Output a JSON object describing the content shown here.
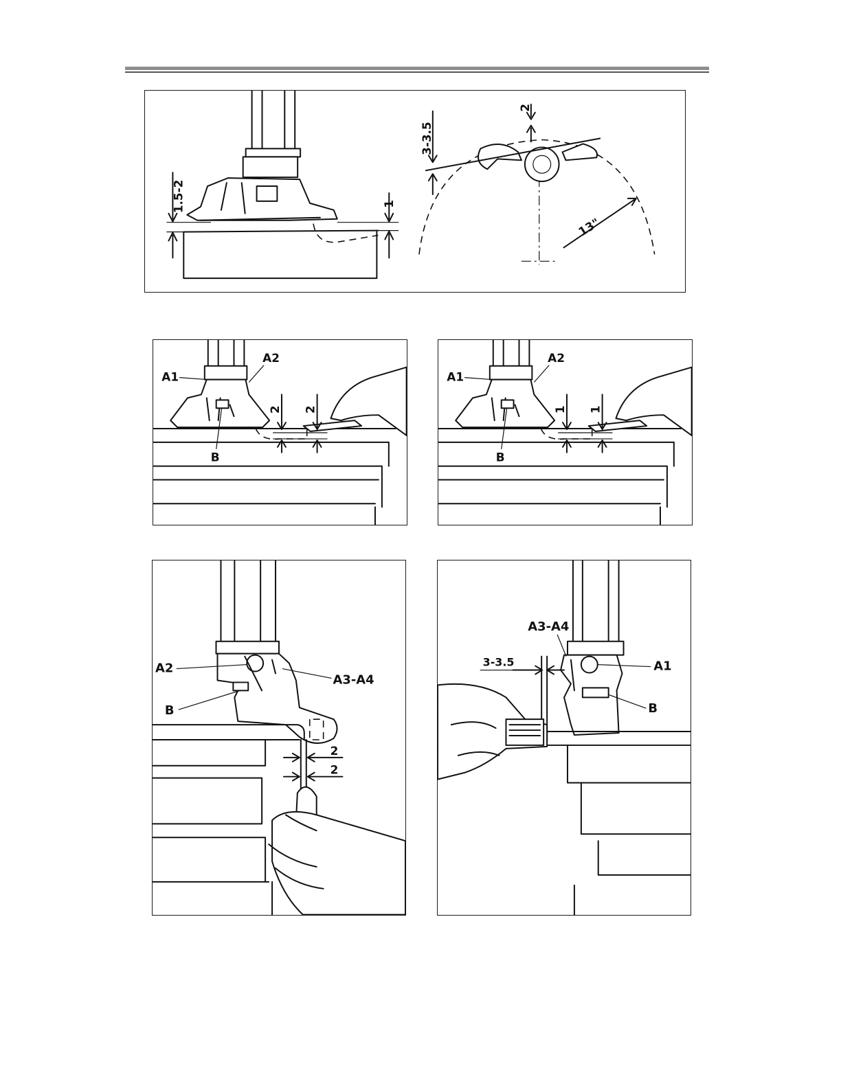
{
  "figure_1": {
    "left_gap": "1.5-2",
    "right_gap": "1",
    "top_gap": "2",
    "side_gap": "3-3.5",
    "radius": "13\""
  },
  "figure_2": {
    "part_a1": "A1",
    "part_a2": "A2",
    "part_b": "B",
    "gap_1": "2",
    "gap_2": "2"
  },
  "figure_3": {
    "part_a1": "A1",
    "part_a2": "A2",
    "part_b": "B",
    "gap_1": "1",
    "gap_2": "1"
  },
  "figure_4": {
    "part_a2": "A2",
    "part_a3_a4": "A3-A4",
    "part_b": "B",
    "gap_1": "2",
    "gap_2": "2"
  },
  "figure_5": {
    "part_a3_a4": "A3-A4",
    "part_a1": "A1",
    "part_b": "B",
    "gap": "3-3.5"
  }
}
